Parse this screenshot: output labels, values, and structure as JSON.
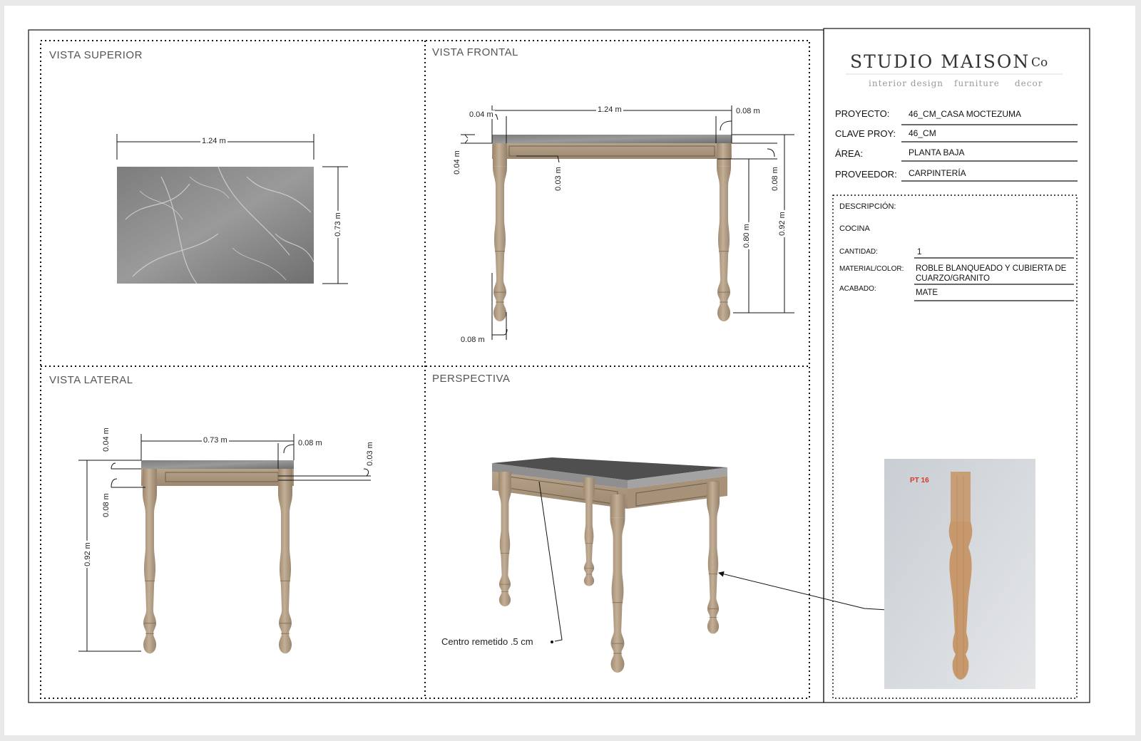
{
  "views": {
    "top": {
      "title": "VISTA SUPERIOR",
      "dim_width": "1.24 m",
      "dim_depth": "0.73 m"
    },
    "front": {
      "title": "VISTA FRONTAL",
      "dim_width": "1.24 m",
      "dim_top_left": "0.04 m",
      "dim_top_right": "0.08 m",
      "dim_slab": "0.04 m",
      "dim_recess": "0.03 m",
      "dim_apron": "0.08 m",
      "dim_leg_height": "0.80 m",
      "dim_total_height": "0.92 m",
      "dim_leg_width": "0.08 m"
    },
    "side": {
      "title": "VISTA LATERAL",
      "dim_depth": "0.73 m",
      "dim_top_right": "0.08 m",
      "dim_recess": "0.03 m",
      "dim_slab": "0.04 m",
      "dim_apron": "0.08 m",
      "dim_total_height": "0.92 m"
    },
    "perspective": {
      "title": "PERSPECTIVA",
      "note": "Centro remetido .5 cm"
    }
  },
  "title_block": {
    "brand": "STUDIO MAISON",
    "brand_suffix": "Co",
    "tagline": [
      "interior design",
      "furniture",
      "decor"
    ],
    "fields": [
      {
        "label": "PROYECTO:",
        "value": "46_CM_CASA MOCTEZUMA"
      },
      {
        "label": "CLAVE PROY:",
        "value": "46_CM"
      },
      {
        "label": "ÁREA:",
        "value": "PLANTA BAJA"
      },
      {
        "label": "PROVEEDOR:",
        "value": "CARPINTERÍA"
      }
    ],
    "description": {
      "label": "DESCRIPCIÓN:",
      "value": "COCINA",
      "quantity_label": "CANTIDAD:",
      "quantity": "1",
      "material_label": "MATERIAL/COLOR:",
      "material": "ROBLE BLANQUEADO Y CUBIERTA DE CUARZO/GRANITO",
      "finish_label": "ACABADO:",
      "finish": "MATE"
    },
    "photo_label": "PT 16"
  },
  "colors": {
    "wood": "#b39e85",
    "wood_dark": "#8e7a63",
    "marble": "#8a8a8a",
    "marble_dark": "#5f5f5f",
    "ink": "#111111"
  }
}
